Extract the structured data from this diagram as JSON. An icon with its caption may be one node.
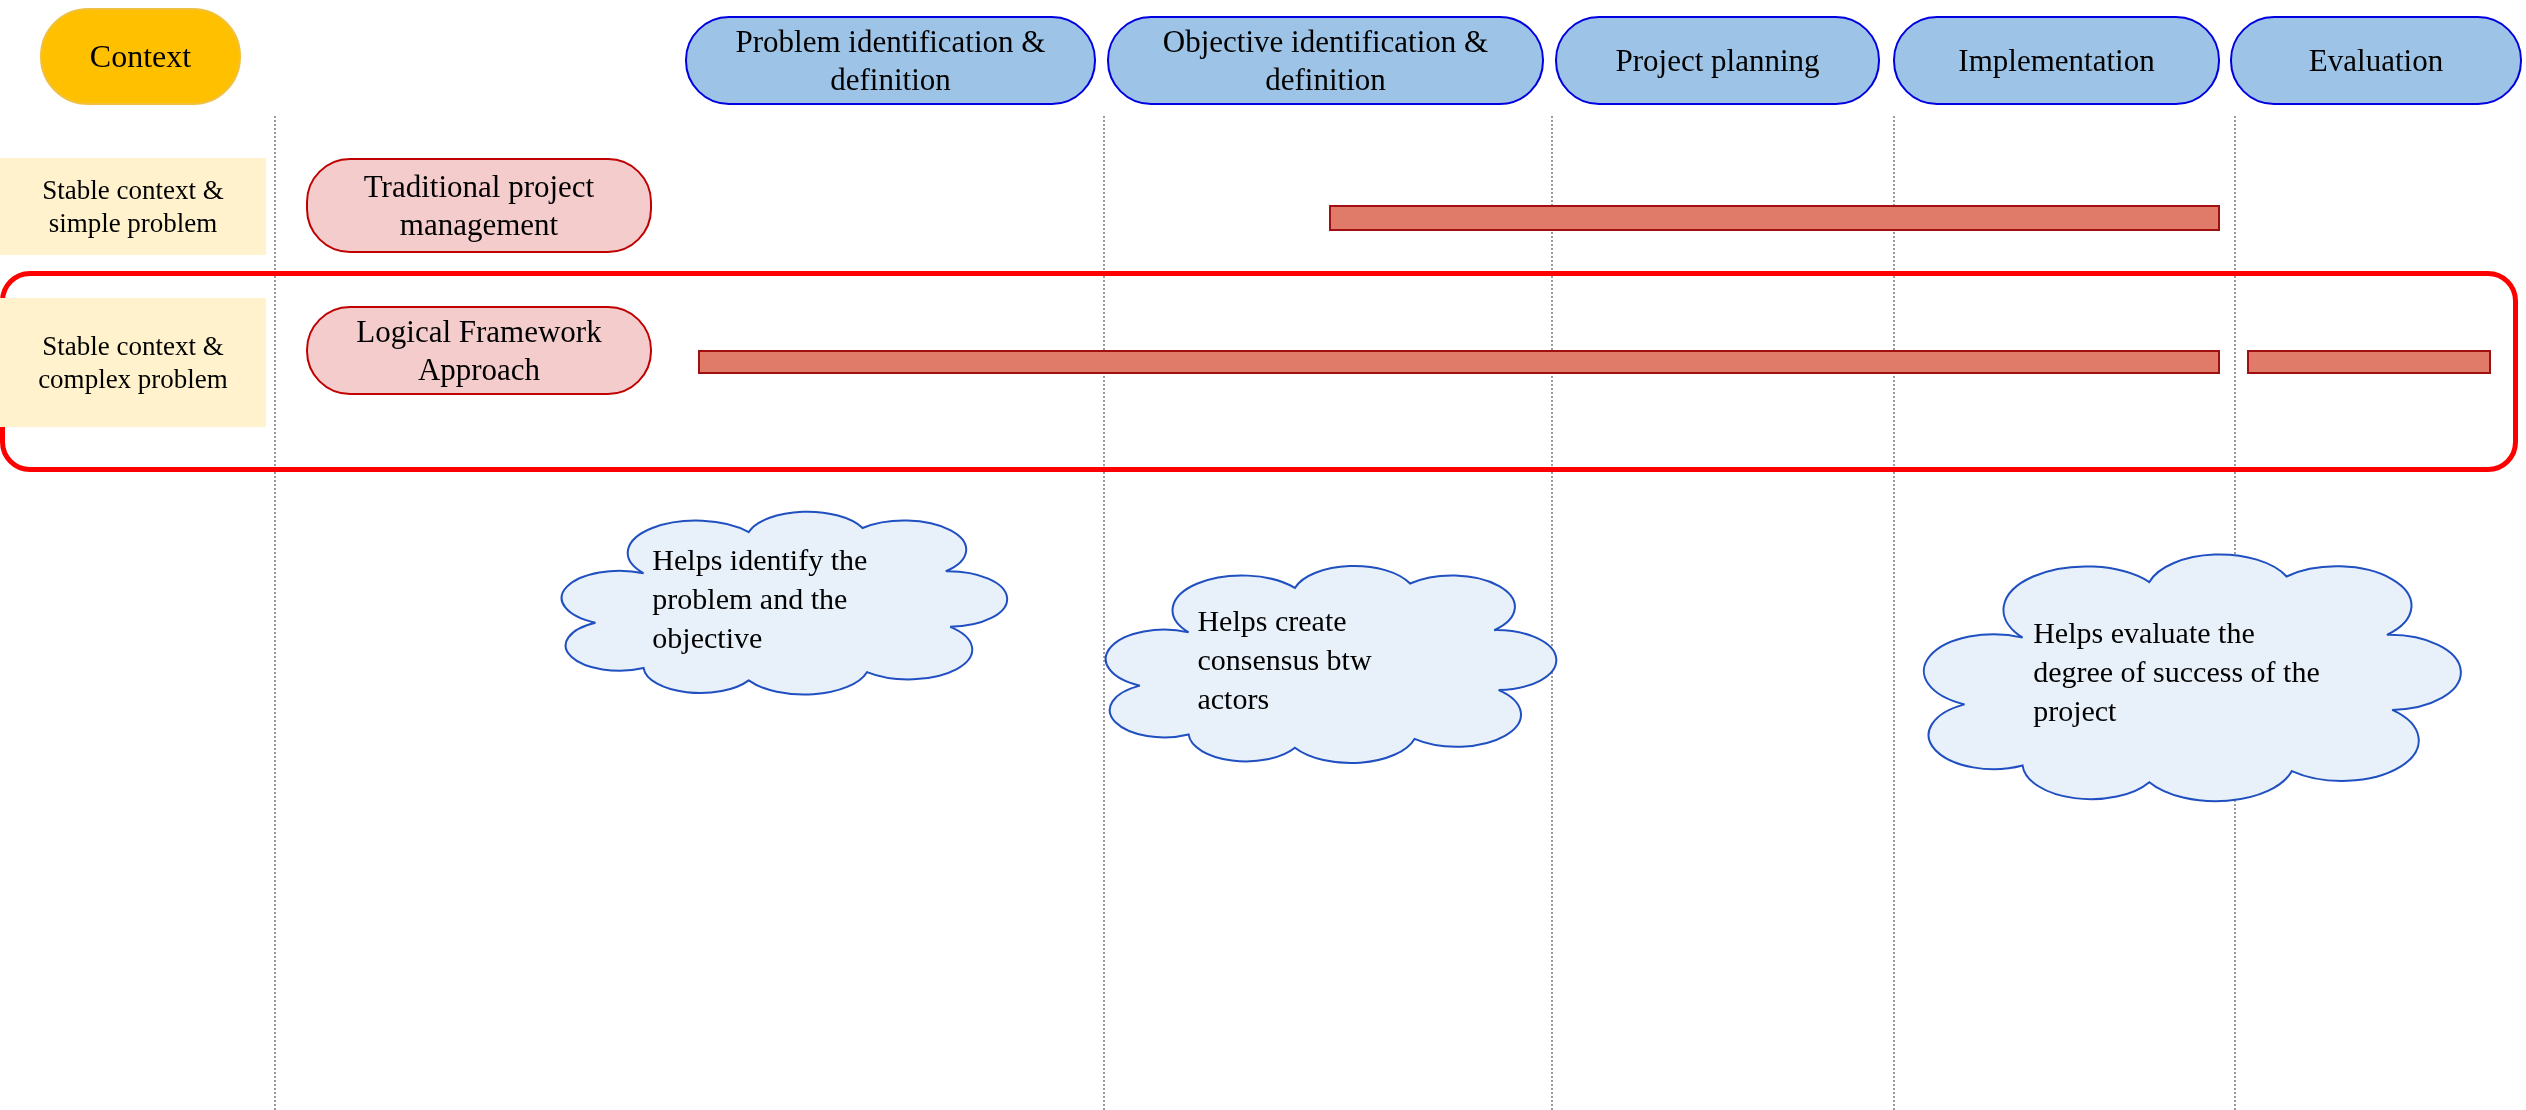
{
  "diagram": {
    "nodes": [
      {
        "text": [
          "Context"
        ]
      },
      {
        "text": [
          "Problem identification & definition"
        ]
      },
      {
        "text": [
          "Objective identification & definition"
        ]
      },
      {
        "text": [
          "Project planning"
        ]
      },
      {
        "text": [
          "Implementation"
        ]
      },
      {
        "text": [
          "Evaluation"
        ]
      },
      {
        "text": [
          "Stable context & simple problem"
        ]
      },
      {
        "text": [
          "Traditional project management"
        ]
      },
      {
        "text": [],
        "shape": "bar"
      },
      {
        "text": [],
        "shape": "box"
      },
      {
        "text": [
          "Stable context & complex problem"
        ],
        "in": 9
      },
      {
        "text": [
          "Logical Framework Approach"
        ],
        "in": 9
      },
      {
        "text": [],
        "shape": "bar",
        "in": 9
      },
      {
        "text": [],
        "shape": "bar",
        "in": 9
      },
      {
        "text": [
          "Helps identify the problem and the objective"
        ]
      },
      {
        "text": [
          "Helps create consensus btw actors"
        ]
      },
      {
        "text": [
          "Helps evaluate the degree of success of the project"
        ]
      }
    ],
    "edges": []
  }
}
